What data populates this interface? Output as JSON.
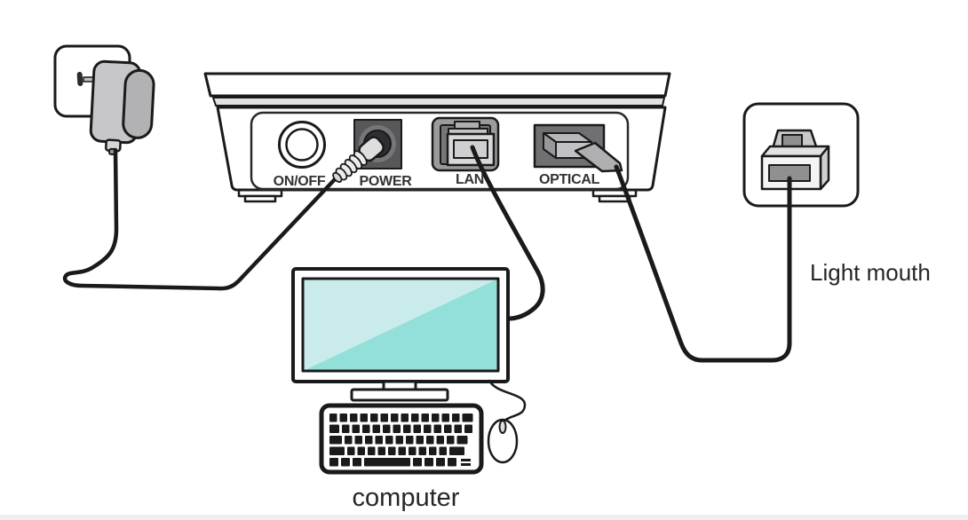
{
  "figure": {
    "device": {
      "ports": [
        {
          "id": "on-off",
          "label": "ON/OFF"
        },
        {
          "id": "power",
          "label": "POWER"
        },
        {
          "id": "lan",
          "label": "LAN"
        },
        {
          "id": "optical",
          "label": "OPTICAL"
        }
      ]
    },
    "labels": {
      "optical_wall_socket": "Light mouth",
      "computer": "computer"
    }
  },
  "colors": {
    "background": "#ffffff",
    "outline": "#1a1a1a",
    "label_text": "#333333",
    "annotation_text": "#262626",
    "screen_light": "#c9ecea",
    "screen_dark": "#93dfda",
    "power_port": "#58585b",
    "power_jack": "#2e2e31",
    "jack_ring": "#76767a",
    "lan_port": "#9b9b9e",
    "connector_face": "#d8d8da",
    "connector_inner": "#cfcfd1",
    "optical_port": "#707073",
    "optical_connector": "#c2c2c4",
    "adapter_body": "#c7c7c9",
    "adapter_cap": "#b2b2b5",
    "device_strip": "#e2e2e2",
    "socket_slot": "#909093",
    "plug_gray": "#c9c9cb",
    "coil_gray": "#ececec",
    "plug_tip": "#dedede",
    "mouse_wheel": "#dddddf",
    "bottom_edge": "#efefef"
  }
}
